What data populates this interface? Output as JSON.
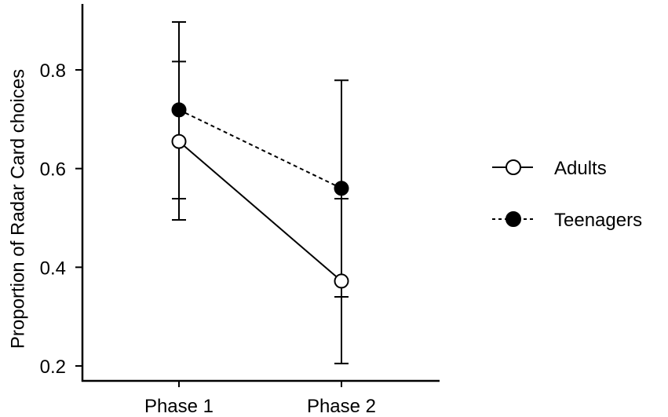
{
  "chart_data": {
    "type": "line",
    "title": "",
    "xlabel": "",
    "ylabel": "Proportion of Radar Card choices",
    "categories": [
      "Phase 1",
      "Phase 2"
    ],
    "ylim": [
      0.18,
      0.93
    ],
    "yticks": [
      "0.2",
      "0.4",
      "0.6",
      "0.8"
    ],
    "grid": false,
    "legend_position": "right",
    "series": [
      {
        "name": "Adults",
        "marker": "open-circle",
        "line_style": "solid",
        "values": [
          0.655,
          0.372
        ],
        "error_low": [
          0.496,
          0.205
        ],
        "error_high": [
          0.817,
          0.539
        ]
      },
      {
        "name": "Teenagers",
        "marker": "filled-circle",
        "line_style": "dashed",
        "values": [
          0.719,
          0.56
        ],
        "error_low": [
          0.539,
          0.34
        ],
        "error_high": [
          0.897,
          0.779
        ]
      }
    ]
  },
  "legend": {
    "items": [
      {
        "label": "Adults"
      },
      {
        "label": "Teenagers"
      }
    ]
  },
  "colors": {
    "ink": "#000000",
    "background": "#ffffff"
  }
}
